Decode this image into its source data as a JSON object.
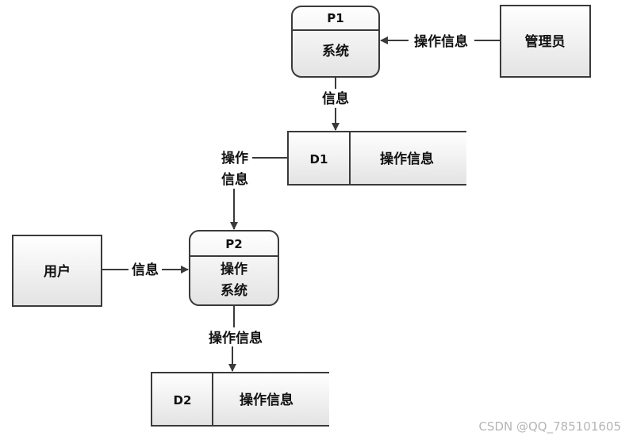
{
  "processes": {
    "p1": {
      "id": "P1",
      "name": "系统"
    },
    "p2": {
      "id": "P2",
      "name_line1": "操作",
      "name_line2": "系统"
    }
  },
  "entities": {
    "admin": "管理员",
    "user": "用户"
  },
  "stores": {
    "d1": {
      "id": "D1",
      "name": "操作信息"
    },
    "d2": {
      "id": "D2",
      "name": "操作信息"
    }
  },
  "flows": {
    "admin_to_p1": "操作信息",
    "p1_to_d1": "信息",
    "d1_to_p2_line1": "操作",
    "d1_to_p2_line2": "信息",
    "user_to_p2": "信息",
    "p2_to_d2": "操作信息"
  },
  "watermark": "CSDN @QQ_785101605"
}
